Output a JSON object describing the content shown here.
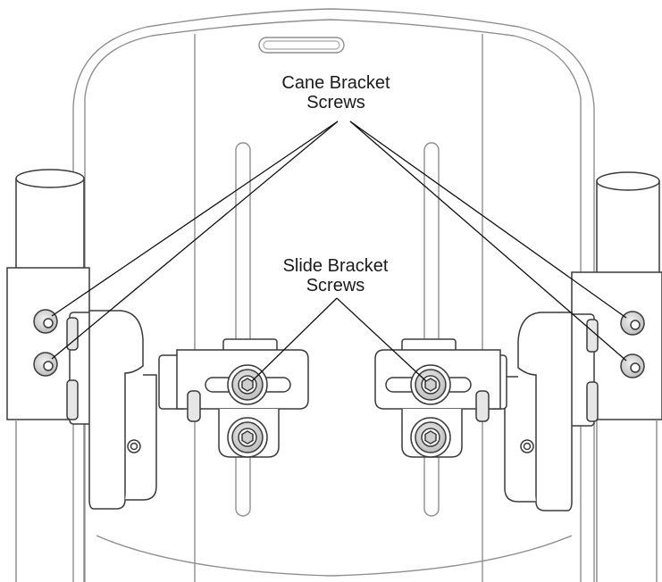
{
  "callouts": {
    "cane_bracket": {
      "line1": "Cane Bracket",
      "line2": "Screws"
    },
    "slide_bracket": {
      "line1": "Slide Bracket",
      "line2": "Screws"
    }
  },
  "colors": {
    "outline": "#3a3a3a",
    "light_outline": "#9a9a9a",
    "screw_fill": "#d9d9d9",
    "leader": "#111111"
  }
}
